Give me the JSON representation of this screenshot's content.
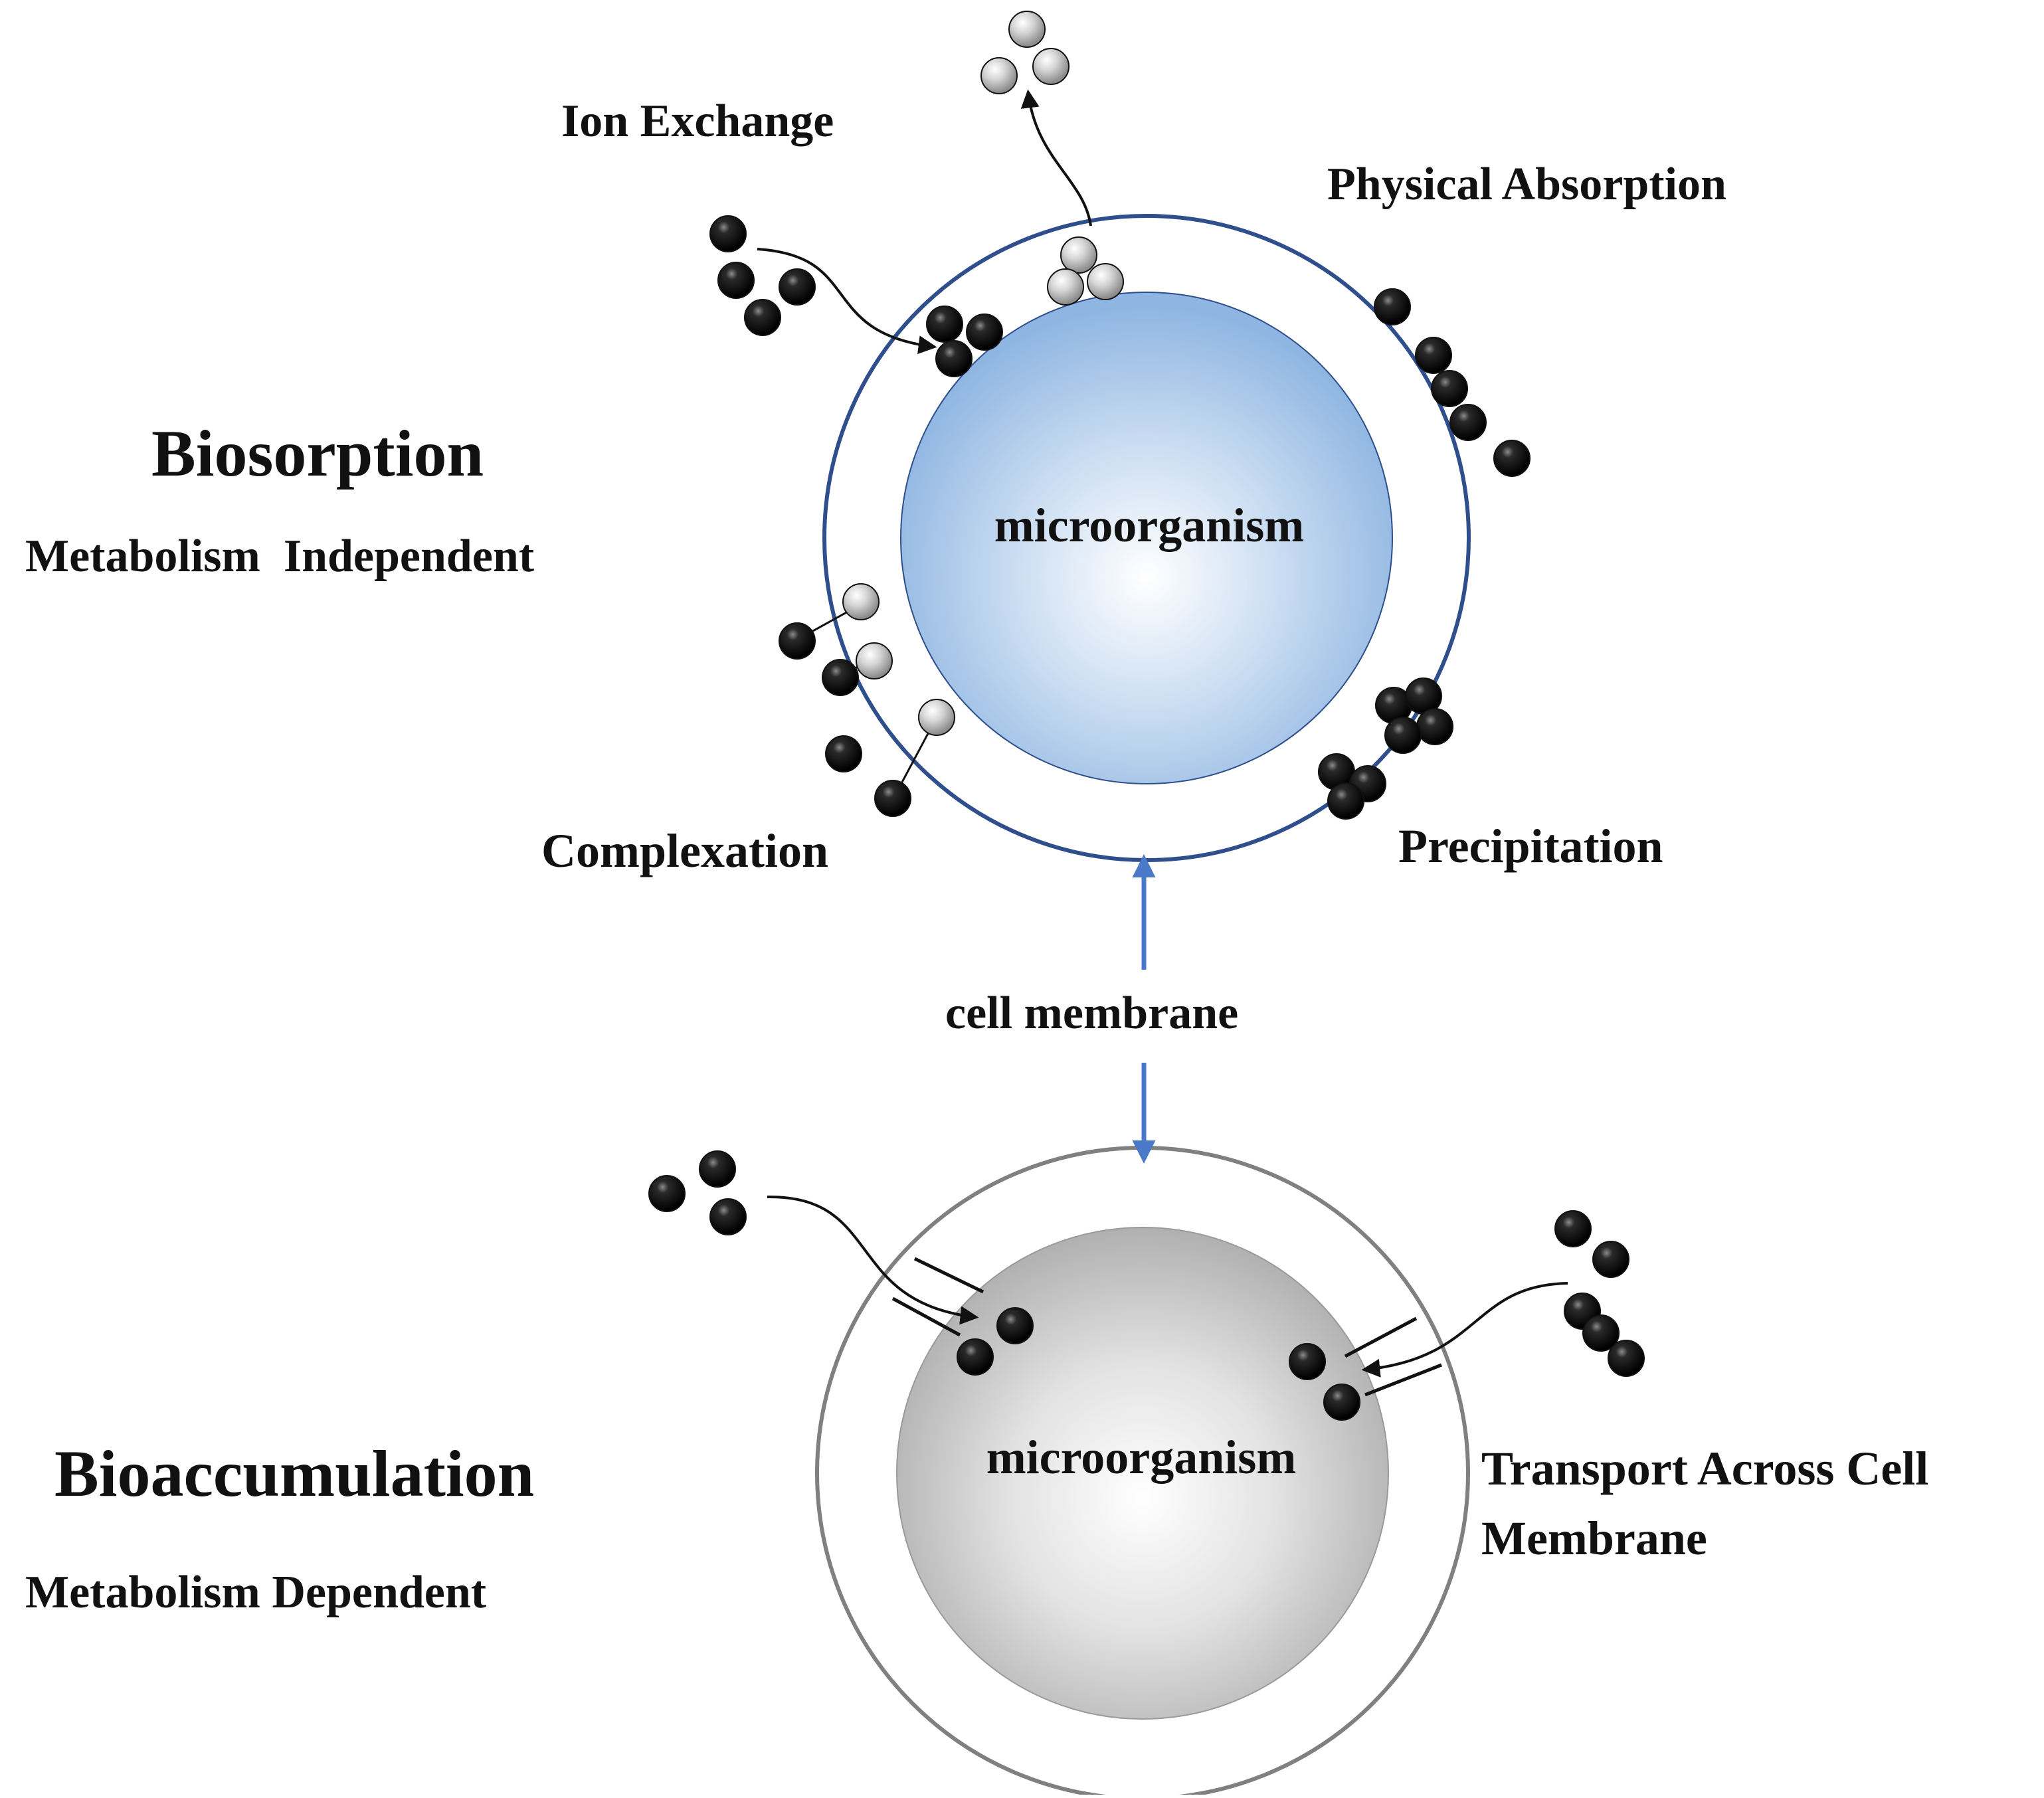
{
  "colors": {
    "outer_membrane_top": "#2F4E8C",
    "outer_membrane_bottom": "#808080",
    "cell_blue_edge": "#8FB3DD",
    "cell_gray_edge": "#B5B5B5",
    "arrow_blue": "#4A79C8",
    "particle_black": "#111111",
    "particle_gray": "#BDBDBD"
  },
  "biosorption": {
    "title": "Biosorption",
    "subtitle": "Metabolism  Independent",
    "cell_label": "microorganism",
    "mechanisms": {
      "ion_exchange": "Ion Exchange",
      "physical_absorption": "Physical Absorption",
      "complexation": "Complexation",
      "precipitation": "Precipitation"
    }
  },
  "center_label": "cell membrane",
  "bioaccumulation": {
    "title": "Bioaccumulation",
    "subtitle": "Metabolism Dependent",
    "cell_label": "microorganism",
    "transport_line1": "Transport Across Cell",
    "transport_line2": "Membrane"
  }
}
